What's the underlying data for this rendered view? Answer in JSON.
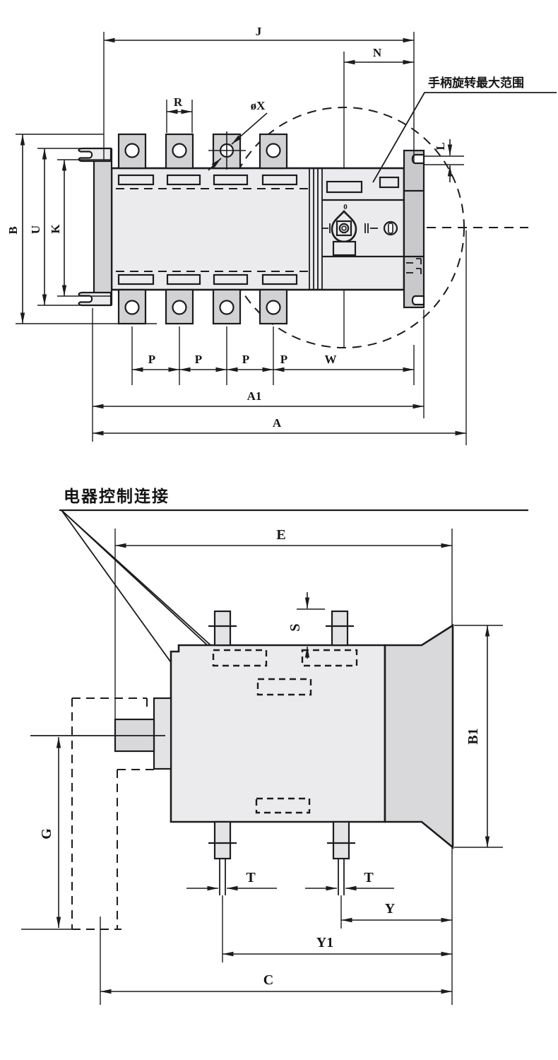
{
  "drawing": {
    "kind": "technical-dimension-drawing",
    "colors": {
      "line": "#1c1c1e",
      "body_fill": "#ebebed",
      "metal_fill": "#d2d2d5",
      "bracket_fill": "#c9c9cc",
      "background": "#ffffff"
    },
    "top_view": {
      "handle_range_note": "手柄旋转最大范围",
      "positions": {
        "off": "0",
        "one": "I",
        "two": "II"
      },
      "dims": {
        "J": "J",
        "N": "N",
        "R": "R",
        "X": "øX",
        "L": "L",
        "B": "B",
        "U": "U",
        "K": "K",
        "P1": "P",
        "P2": "P",
        "P3": "P",
        "P4": "P",
        "W": "W",
        "A1": "A1",
        "A": "A"
      }
    },
    "side_view": {
      "control_note": "电器控制连接",
      "dims": {
        "E": "E",
        "S": "S",
        "B1": "B1",
        "G": "G",
        "T1": "T",
        "T2": "T",
        "Y": "Y",
        "Y1": "Y1",
        "C": "C"
      }
    }
  }
}
